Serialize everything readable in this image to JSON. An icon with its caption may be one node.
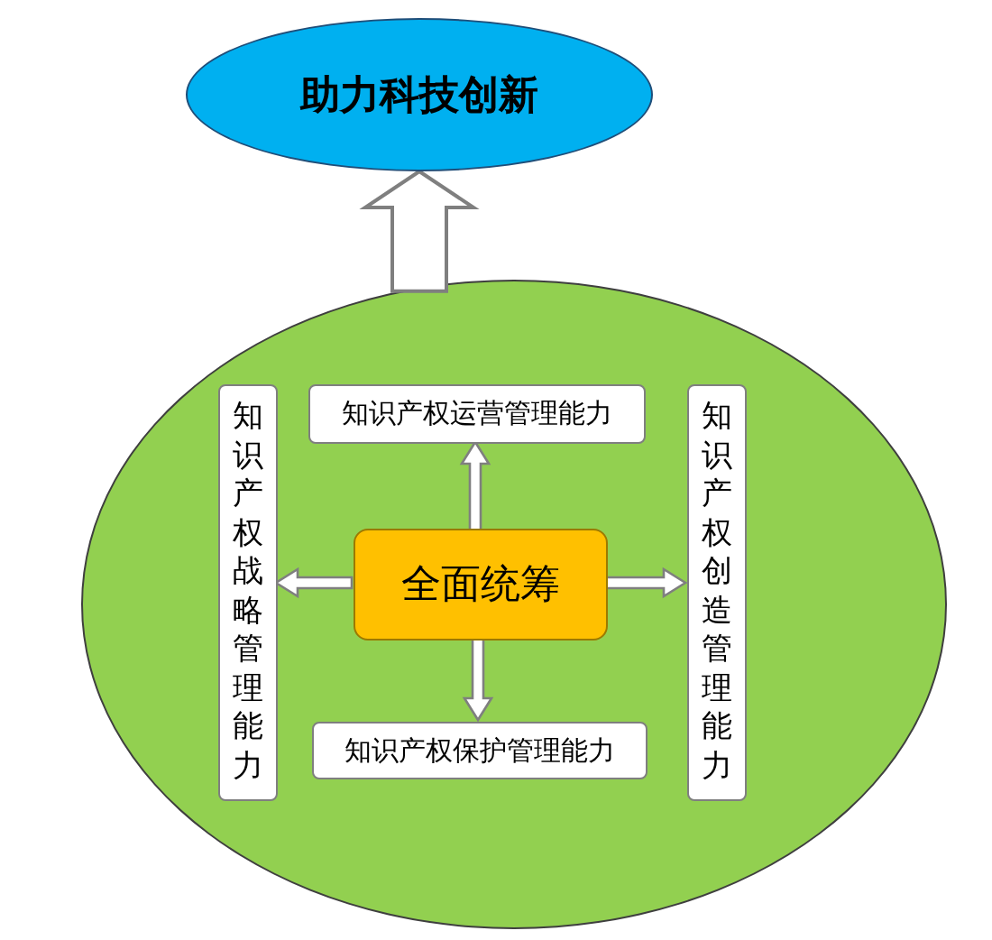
{
  "diagram": {
    "nodes": [
      {
        "text": [
          "助力科技创新"
        ]
      },
      {
        "text": [],
        "shape": "circle"
      },
      {
        "text": [
          "知识产权战略管理能力"
        ],
        "in": 1
      },
      {
        "text": [
          "知识产权运营管理能力"
        ],
        "in": 1
      },
      {
        "text": [
          "全面统筹"
        ],
        "in": 1
      },
      {
        "text": [
          "知识产权创造管理能力"
        ],
        "in": 1
      },
      {
        "text": [
          "知识产权保护管理能力"
        ],
        "in": 1
      }
    ],
    "edges": [
      {
        "from": 1,
        "to": 0,
        "arrow": "to",
        "style": "thick"
      },
      {
        "from": 4,
        "to": 2,
        "arrow": "to"
      },
      {
        "from": 4,
        "to": 3,
        "arrow": "to"
      },
      {
        "from": 4,
        "to": 5,
        "arrow": "to"
      },
      {
        "from": 4,
        "to": 6,
        "arrow": "to"
      }
    ]
  }
}
